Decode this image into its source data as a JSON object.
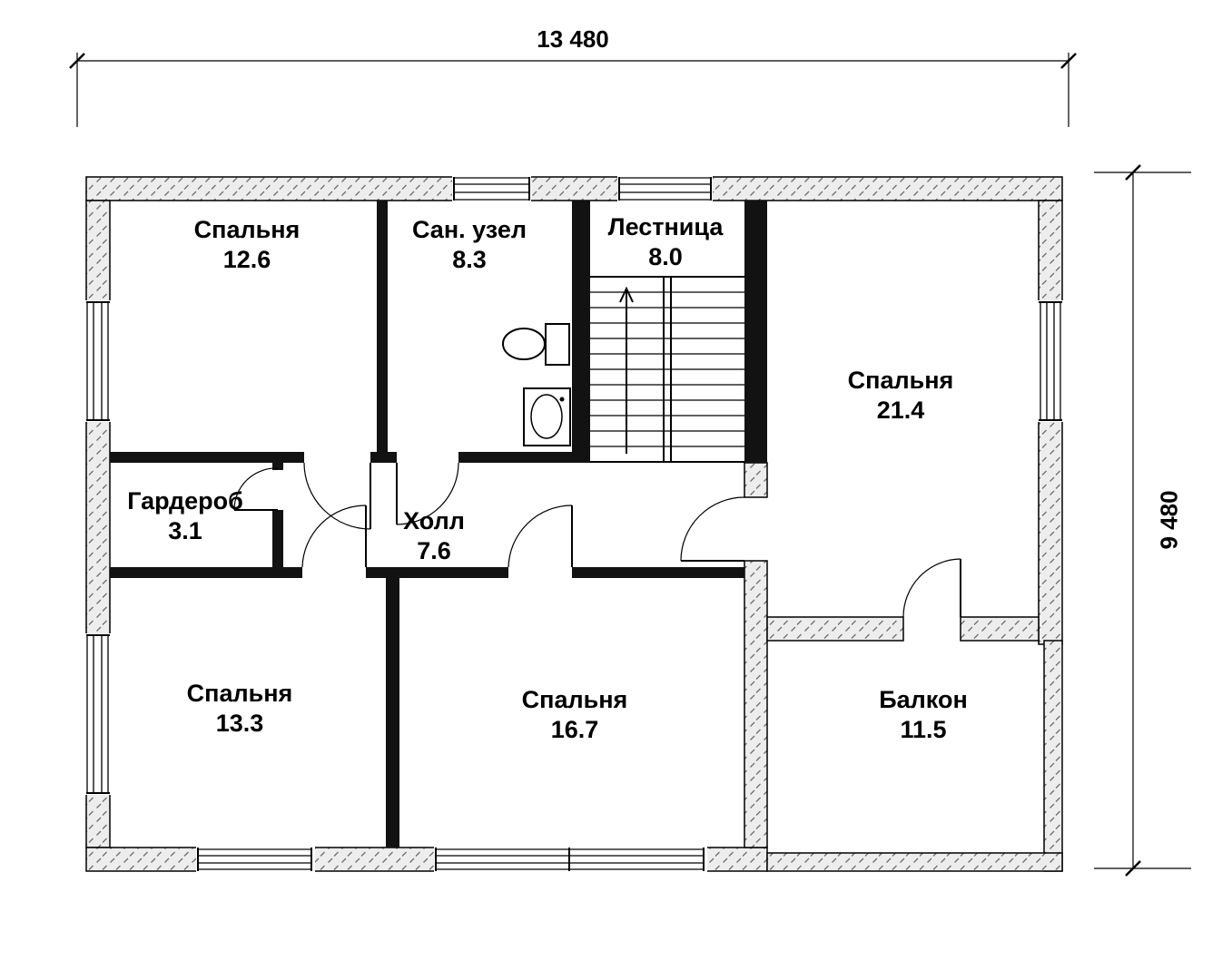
{
  "plan": {
    "type": "floor-plan",
    "dimensions": {
      "width": "13 480",
      "height": "9 480"
    },
    "rooms": [
      {
        "name": "Спальня",
        "area": "12.6"
      },
      {
        "name": "Сан. узел",
        "area": "8.3"
      },
      {
        "name": "Лестница",
        "area": "8.0"
      },
      {
        "name": "Спальня",
        "area": "21.4"
      },
      {
        "name": "Гардероб",
        "area": "3.1"
      },
      {
        "name": "Холл",
        "area": "7.6"
      },
      {
        "name": "Спальня",
        "area": "13.3"
      },
      {
        "name": "Спальня",
        "area": "16.7"
      },
      {
        "name": "Балкон",
        "area": "11.5"
      }
    ],
    "icons": {
      "toilet": "toilet-icon",
      "sink": "sink-icon",
      "stairs_arrow": "stairs-direction-arrow"
    },
    "colors": {
      "ink": "#000000",
      "wall_fill": "#ededed",
      "background": "#ffffff"
    }
  }
}
